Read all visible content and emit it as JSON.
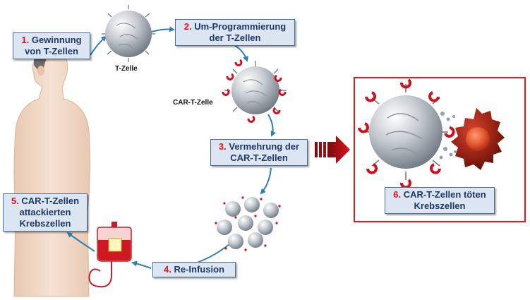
{
  "steps": [
    {
      "num": "1.",
      "text_1": " Gewinnung",
      "text_2": "von T-Zellen"
    },
    {
      "num": "2.",
      "text_1": " Um-Programmierung",
      "text_2": "der T-Zellen"
    },
    {
      "num": "3.",
      "text_1": " Vermehrung der",
      "text_2": "CAR-T-Zellen"
    },
    {
      "num": "4.",
      "text_1": " Re-Infusion"
    },
    {
      "num": "5.",
      "text_1": " CAR-T-Zellen",
      "text_2": "attackierten",
      "text_3": "Krebszellen"
    },
    {
      "num": "6.",
      "text_1": " CAR-T-Zellen töten",
      "text_2": "Krebszellen"
    }
  ],
  "labels": {
    "t_cell": "T-Zelle",
    "car_t_cell": "CAR-T-Zelle"
  },
  "colors": {
    "box_fill": "#dce6f2",
    "box_border": "#4a6e96",
    "box_text": "#1f3864",
    "step_number": "#e8101a",
    "arrow": "#2f7fb5",
    "panel_border": "#e01b1b",
    "big_arrow": "#c8101a",
    "cell_grey": "#a9b0b8",
    "car_receptor": "#d0101a",
    "cancer_cell": "#8b1a10",
    "skin": "#f2dccb",
    "hair": "#6b6b6b"
  },
  "icons": [
    "human-figure-icon",
    "t-cell-icon",
    "car-t-cell-icon",
    "cell-cluster-icon",
    "iv-bag-icon",
    "cancer-cell-icon",
    "big-arrow-icon"
  ]
}
